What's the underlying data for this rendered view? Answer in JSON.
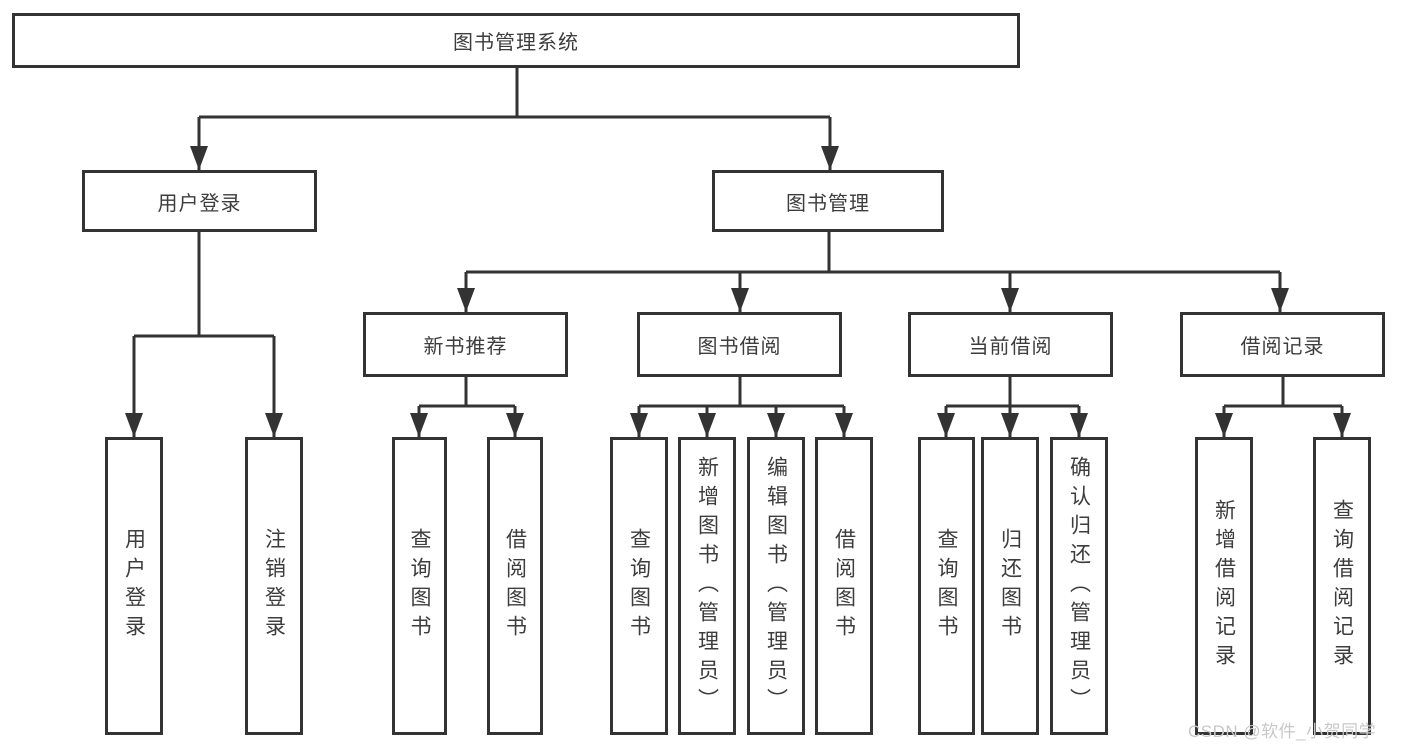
{
  "tree": {
    "root": {
      "label": "图书管理系统"
    },
    "branches": [
      {
        "label": "用户登录",
        "leaves": [
          {
            "label": "用户登录"
          },
          {
            "label": "注销登录"
          }
        ]
      },
      {
        "label": "图书管理",
        "groups": [
          {
            "label": "新书推荐",
            "leaves": [
              {
                "label": "查询图书"
              },
              {
                "label": "借阅图书"
              }
            ]
          },
          {
            "label": "图书借阅",
            "leaves": [
              {
                "label": "查询图书"
              },
              {
                "label": "新增图书（管理员）"
              },
              {
                "label": "编辑图书（管理员）"
              },
              {
                "label": "借阅图书"
              }
            ]
          },
          {
            "label": "当前借阅",
            "leaves": [
              {
                "label": "查询图书"
              },
              {
                "label": "归还图书"
              },
              {
                "label": "确认归还（管理员）"
              }
            ]
          },
          {
            "label": "借阅记录",
            "leaves": [
              {
                "label": "新增借阅记录"
              },
              {
                "label": "查询借阅记录"
              }
            ]
          }
        ]
      }
    ]
  },
  "watermark": {
    "text": "CSDN @软件_小贺同学"
  },
  "colors": {
    "line": "#333333",
    "text": "#3d3d3d",
    "background": "#ffffff",
    "watermark": "#c8c8c8"
  }
}
